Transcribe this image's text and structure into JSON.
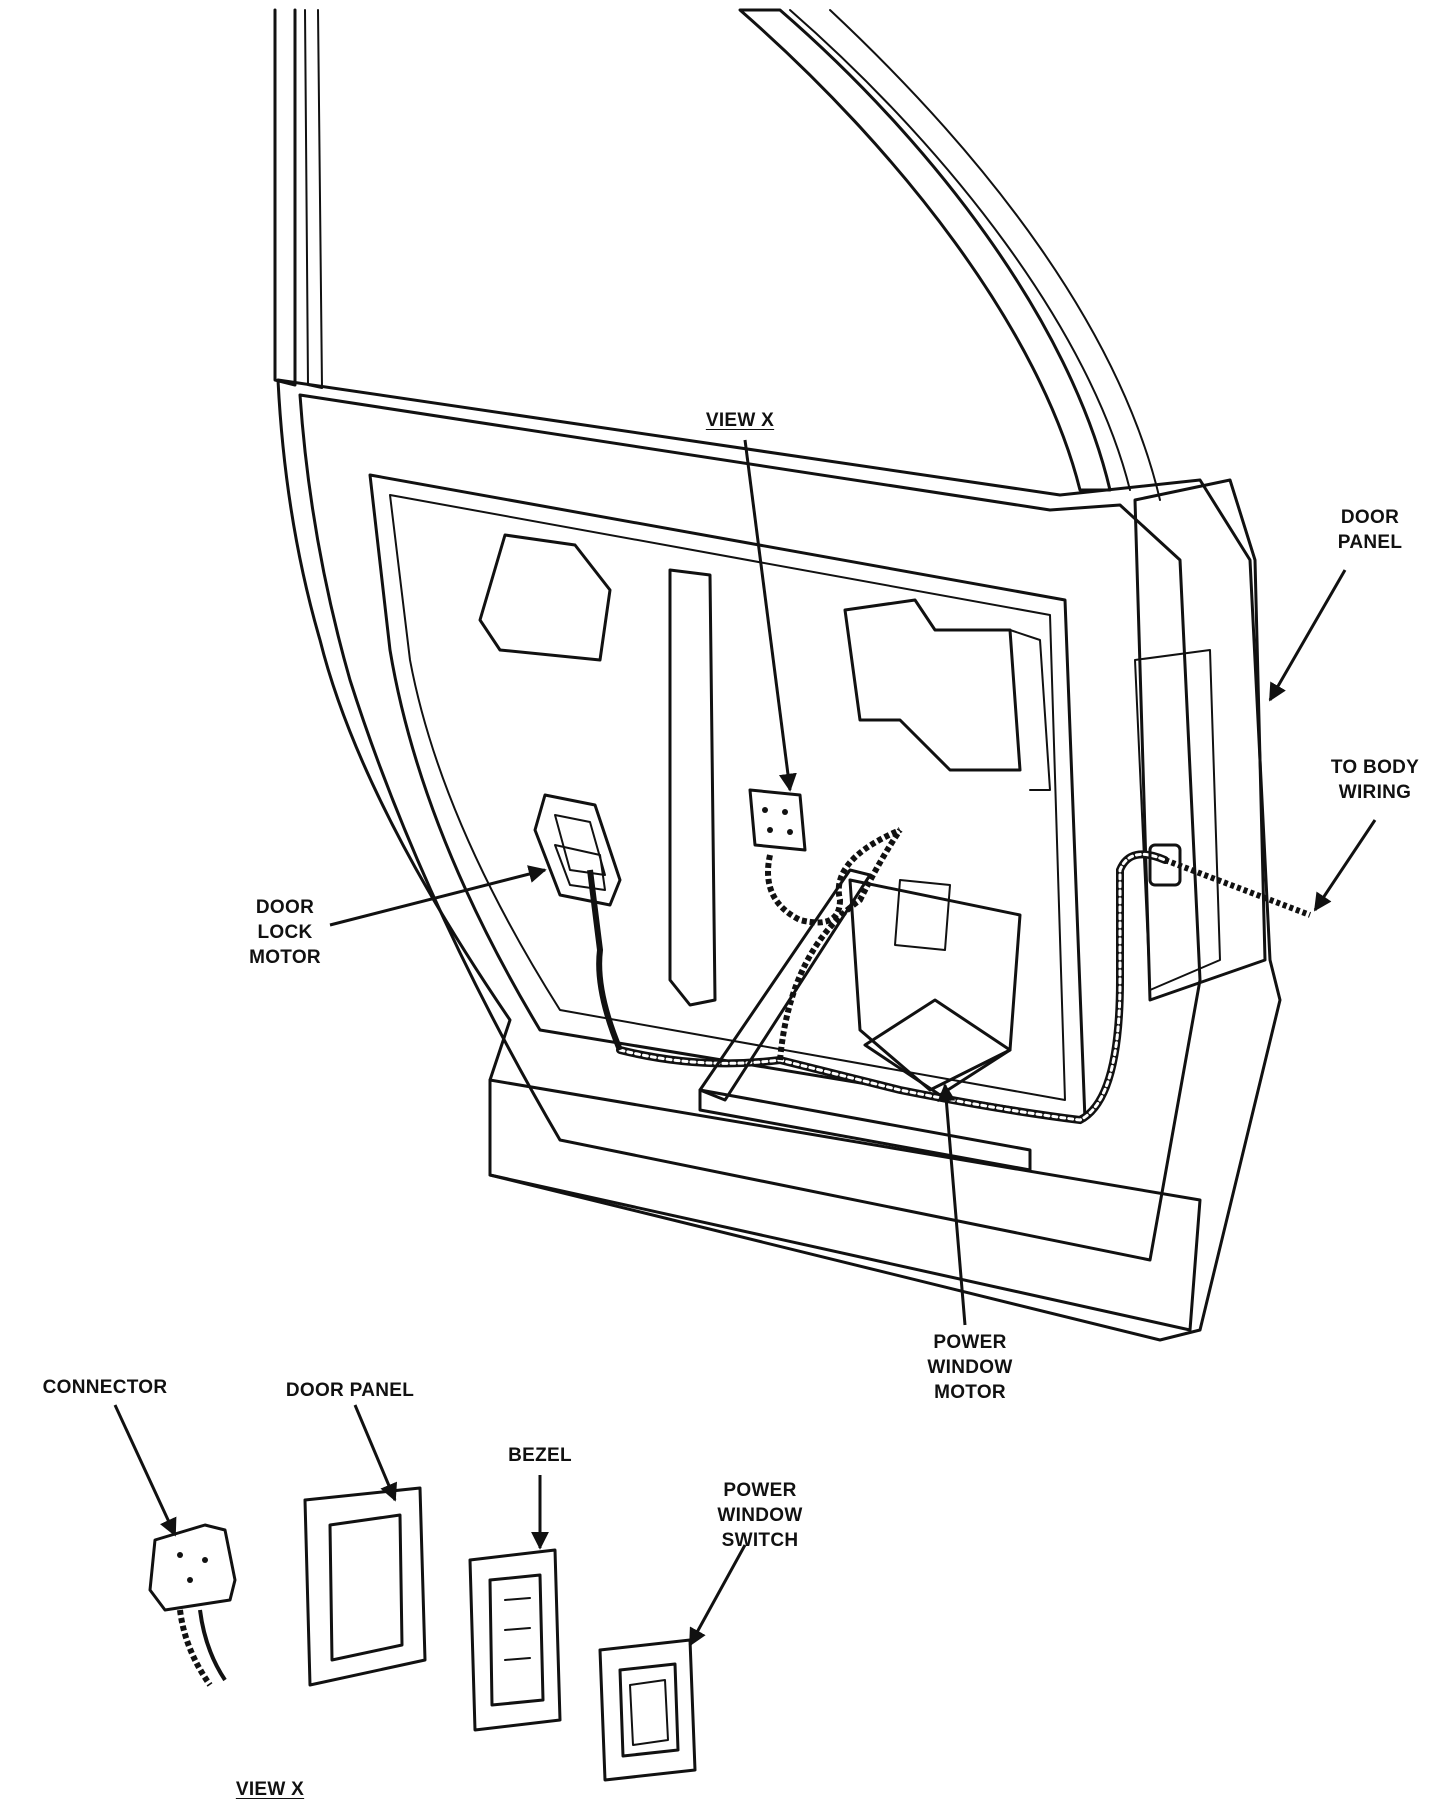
{
  "labels": {
    "view_x_top": "VIEW X",
    "door_panel_right": "DOOR\nPANEL",
    "to_body_wiring": "TO BODY\nWIRING",
    "door_lock_motor": "DOOR\nLOCK\nMOTOR",
    "power_window_motor": "POWER\nWINDOW\nMOTOR",
    "connector": "CONNECTOR",
    "door_panel_detail": "DOOR PANEL",
    "bezel": "BEZEL",
    "power_window_switch": "POWER\nWINDOW\nSWITCH",
    "view_x_bottom": "VIEW X"
  },
  "colors": {
    "line": "#111111",
    "shade": "#d8d8d8",
    "background": "#ffffff"
  }
}
